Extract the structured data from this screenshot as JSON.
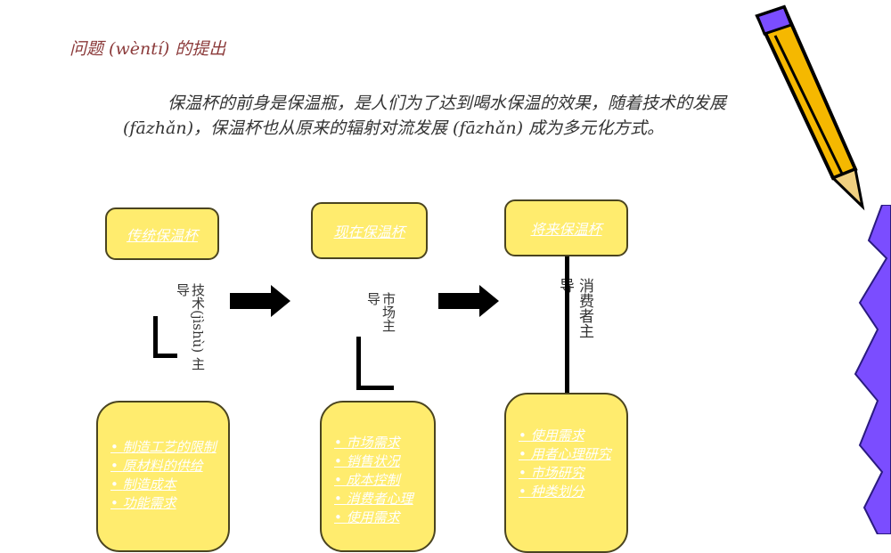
{
  "title": "问题 (wèntí) 的提出",
  "intro": "保温杯的前身是保温瓶，是人们为了达到喝水保温的效果，随着技术的发展 (fāzhǎn)，保温杯也从原来的辐射对流发展 (fāzhǎn) 成为多元化方式。",
  "stages": [
    {
      "label": "传统保温杯",
      "driver_main": "技术(jìshù) 主",
      "driver_suffix": "导",
      "items": [
        "制造工艺的限制",
        "原材料的供给",
        "制造成本",
        "功能需求"
      ]
    },
    {
      "label": "现在保温杯",
      "driver_main": "市场主",
      "driver_suffix": "导",
      "items": [
        "市场需求",
        "销售状况",
        "成本控制",
        "消费者心理",
        "使用需求"
      ]
    },
    {
      "label": "将来保温杯",
      "driver_main": "消费者主",
      "driver_suffix": "导",
      "items": [
        "使用需求",
        "用者心理研究",
        "市场研究",
        "种类划分"
      ]
    }
  ],
  "colors": {
    "box": "#ffec6e",
    "title": "#8b3a3a",
    "squiggle": "#7b4dff",
    "pen": "#f5b800"
  }
}
